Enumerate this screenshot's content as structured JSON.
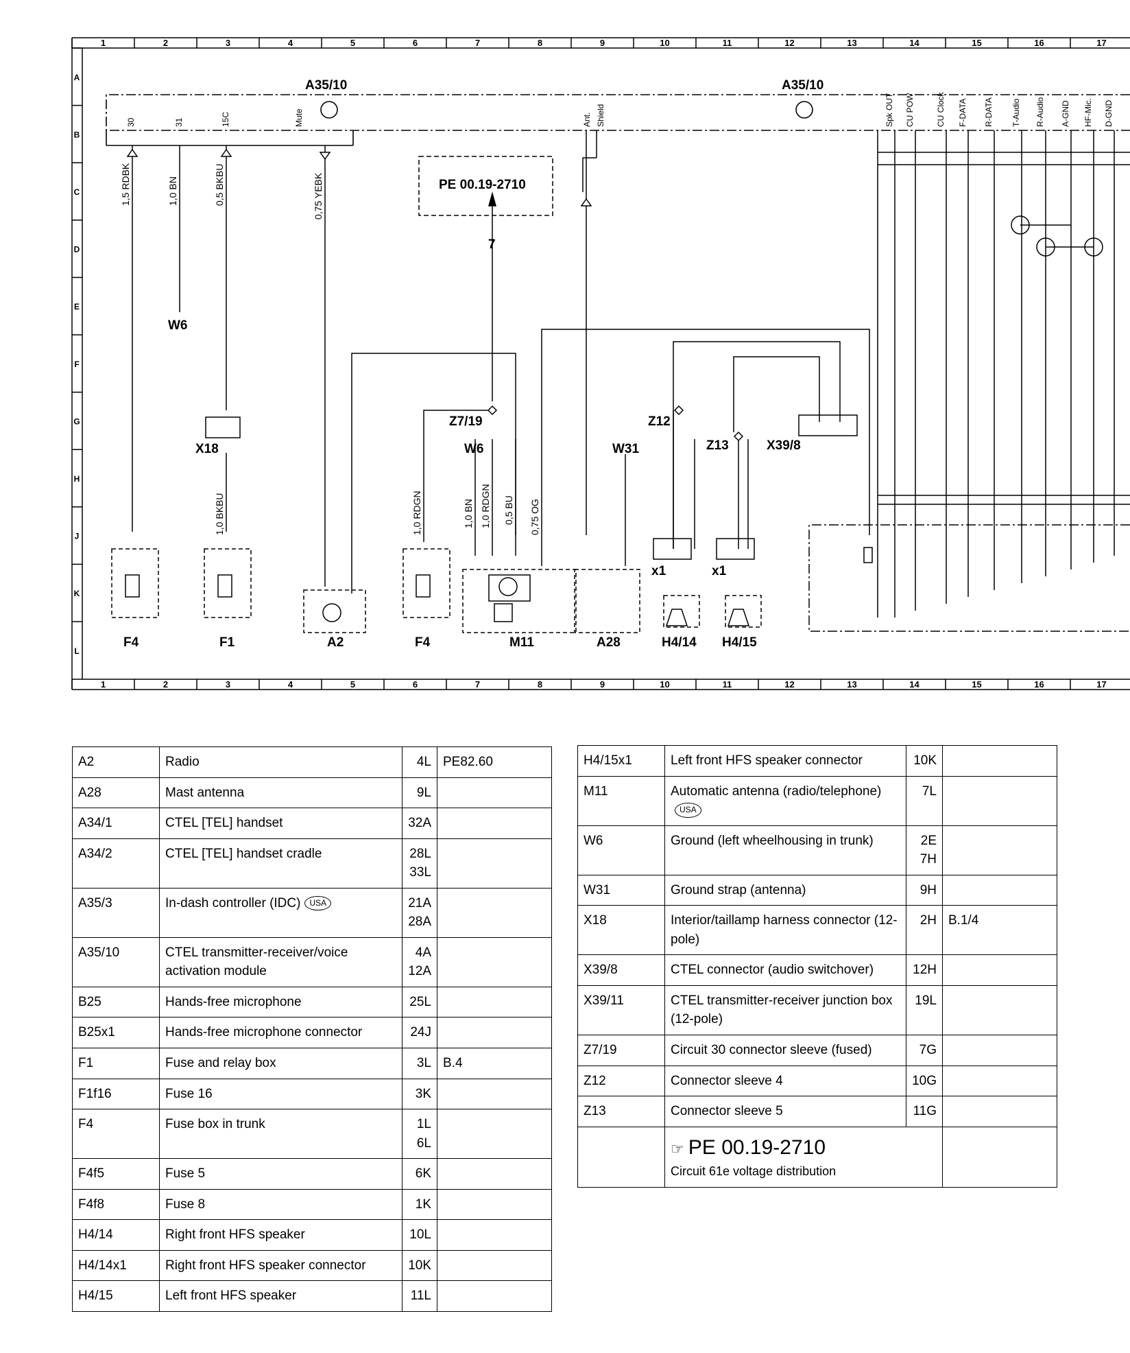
{
  "grid": {
    "columns": [
      "1",
      "2",
      "3",
      "4",
      "5",
      "6",
      "7",
      "8",
      "9",
      "10",
      "11",
      "12",
      "13",
      "14",
      "15",
      "16",
      "17"
    ],
    "rows": [
      "A",
      "B",
      "C",
      "D",
      "E",
      "F",
      "G",
      "H",
      "J",
      "K",
      "L"
    ]
  },
  "labels": {
    "a3510_left": "A35/10",
    "a3510_right": "A35/10",
    "pe_ref": "PE 00.19-2710",
    "pe_arrow_num": "7",
    "w6_left": "W6",
    "w6_mid": "W6",
    "w31": "W31",
    "x18": "X18",
    "z719": "Z7/19",
    "z12": "Z12",
    "z13": "Z13",
    "x398": "X39/8",
    "f4_left": "F4",
    "f1": "F1",
    "a2": "A2",
    "f4_mid": "F4",
    "m11": "M11",
    "a28": "A28",
    "h414": "H4/14",
    "h415": "H4/15",
    "x1_a": "x1",
    "x1_b": "x1"
  },
  "pins_top": [
    "30",
    "31",
    "15C",
    "Mute",
    "Ant.",
    "Shield"
  ],
  "pins_right": [
    "Spk OUT",
    "CU POW",
    "CU Clock",
    "F-DATA",
    "R-DATA",
    "T-Audio",
    "R-Audio",
    "A-GND",
    "HF-Mic.",
    "D-GND"
  ],
  "wires": {
    "w1": "1,5 RDBK",
    "w2": "1,0 BN",
    "w3": "0,5 BKBU",
    "w4": "0,75 YEBK",
    "w5": "1,0 BKBU",
    "w6": "1,0 RDGN",
    "w7": "1,0 BN",
    "w8": "1,0 RDGN",
    "w9": "0,5 BU",
    "w10": "0,75 OG"
  },
  "legend_left": [
    {
      "code": "A2",
      "desc": "Radio",
      "loc": "4L",
      "ref": "PE82.60"
    },
    {
      "code": "A28",
      "desc": "Mast antenna",
      "loc": "9L",
      "ref": ""
    },
    {
      "code": "A34/1",
      "desc": "CTEL [TEL] handset",
      "loc": "32A",
      "ref": ""
    },
    {
      "code": "A34/2",
      "desc": "CTEL [TEL] handset cradle",
      "loc": "28L\n33L",
      "ref": ""
    },
    {
      "code": "A35/3",
      "desc": "In-dash controller (IDC)",
      "usa": "USA",
      "loc": "21A\n28A",
      "ref": ""
    },
    {
      "code": "A35/10",
      "desc": "CTEL transmitter-receiver/voice activation module",
      "loc": "4A\n12A",
      "ref": ""
    },
    {
      "code": "B25",
      "desc": "Hands-free microphone",
      "loc": "25L",
      "ref": ""
    },
    {
      "code": "B25x1",
      "desc": "Hands-free microphone connector",
      "loc": "24J",
      "ref": ""
    },
    {
      "code": "F1",
      "desc": "Fuse and relay box",
      "loc": "3L",
      "ref": "B.4"
    },
    {
      "code": "F1f16",
      "desc": "Fuse 16",
      "loc": "3K",
      "ref": ""
    },
    {
      "code": "F4",
      "desc": "Fuse box in trunk",
      "loc": "1L\n6L",
      "ref": ""
    },
    {
      "code": "F4f5",
      "desc": "Fuse 5",
      "loc": "6K",
      "ref": ""
    },
    {
      "code": "F4f8",
      "desc": "Fuse 8",
      "loc": "1K",
      "ref": ""
    },
    {
      "code": "H4/14",
      "desc": "Right front HFS speaker",
      "loc": "10L",
      "ref": ""
    },
    {
      "code": "H4/14x1",
      "desc": "Right front HFS speaker connector",
      "loc": "10K",
      "ref": ""
    },
    {
      "code": "H4/15",
      "desc": "Left front HFS speaker",
      "loc": "11L",
      "ref": ""
    }
  ],
  "legend_right": [
    {
      "code": "H4/15x1",
      "desc": "Left front HFS speaker connector",
      "loc": "10K",
      "ref": ""
    },
    {
      "code": "M11",
      "desc": "Automatic antenna (radio/telephone)",
      "usa": "USA",
      "loc": "7L",
      "ref": ""
    },
    {
      "code": "W6",
      "desc": "Ground (left wheelhousing in trunk)",
      "loc": "2E\n7H",
      "ref": ""
    },
    {
      "code": "W31",
      "desc": "Ground strap (antenna)",
      "loc": "9H",
      "ref": ""
    },
    {
      "code": "X18",
      "desc": "Interior/taillamp harness connector (12-pole)",
      "loc": "2H",
      "ref": "B.1/4"
    },
    {
      "code": "X39/8",
      "desc": "CTEL connector (audio switchover)",
      "loc": "12H",
      "ref": ""
    },
    {
      "code": "X39/11",
      "desc": "CTEL transmitter-receiver junction box (12-pole)",
      "loc": "19L",
      "ref": ""
    },
    {
      "code": "Z7/19",
      "desc": "Circuit 30 connector sleeve (fused)",
      "loc": "7G",
      "ref": ""
    },
    {
      "code": "Z12",
      "desc": "Connector sleeve 4",
      "loc": "10G",
      "ref": ""
    },
    {
      "code": "Z13",
      "desc": "Connector sleeve 5",
      "loc": "11G",
      "ref": ""
    }
  ],
  "footer_ref": {
    "ref": "PE 00.19-2710",
    "desc": "Circuit 61e voltage distribution"
  }
}
